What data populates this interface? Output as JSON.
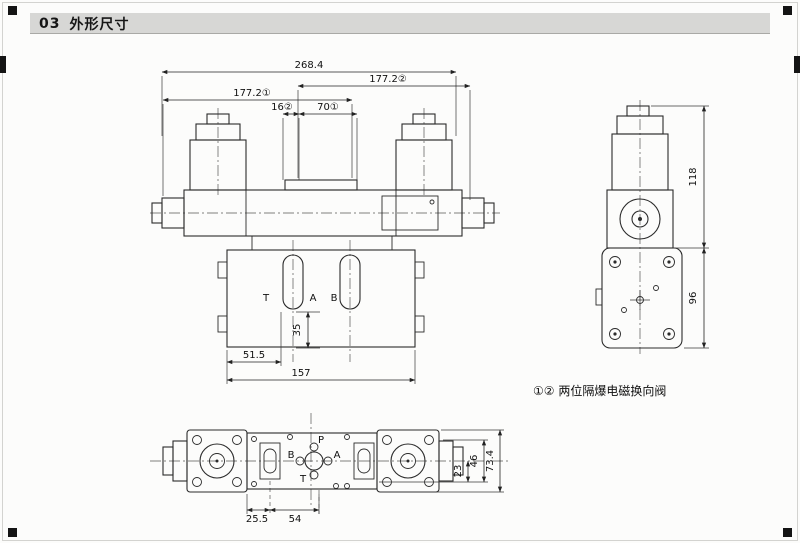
{
  "header": {
    "section": "03",
    "title": "外形尺寸"
  },
  "note": {
    "text": "①② 两位隔爆电磁换向阀"
  },
  "front_view": {
    "dim_total_width": "268.4",
    "dim_width_right_coil": "177.2②",
    "dim_width_left_coil": "177.2①",
    "dim_block_offset": "16②",
    "dim_block_width": "70①",
    "dim_port_offset": "51.5",
    "dim_base_length": "157",
    "dim_port_depth": "35",
    "port_t": "T",
    "port_a": "A",
    "port_b": "B"
  },
  "side_view": {
    "dim_upper_height": "118",
    "dim_body_height": "96"
  },
  "bottom_view": {
    "dim_edge_offset": "25.5",
    "dim_hole_spacing": "54",
    "dim_23": "23",
    "dim_46": "46",
    "dim_total_height": "73.4",
    "port_p": "P",
    "port_a": "A",
    "port_b": "B",
    "port_t": "T"
  }
}
